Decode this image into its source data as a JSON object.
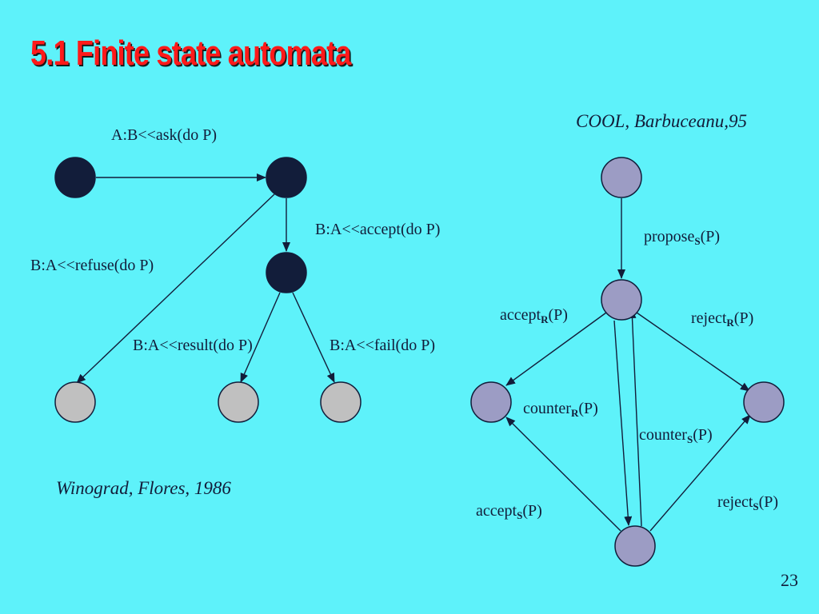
{
  "slide": {
    "title": "5.1 Finite state automata",
    "page_number": "23"
  },
  "winograd": {
    "citation": "Winograd, Flores, 1986",
    "edges": {
      "ask": "A:B<<ask(do P)",
      "accept": "B:A<<accept(do P)",
      "refuse": "B:A<<refuse(do P)",
      "result": "B:A<<result(do P)",
      "fail": "B:A<<fail(do P)"
    }
  },
  "cool": {
    "citation": "COOL, Barbuceanu,95",
    "edges": {
      "propose": {
        "base": "propose",
        "sub": "S",
        "arg": "(P)"
      },
      "accept_r": {
        "base": "accept",
        "sub": "R",
        "arg": "(P)"
      },
      "reject_r": {
        "base": "reject",
        "sub": "R",
        "arg": "(P)"
      },
      "counter_r": {
        "base": "counter",
        "sub": "R",
        "arg": "(P)"
      },
      "counter_s": {
        "base": "counter",
        "sub": "S",
        "arg": "(P)"
      },
      "accept_s": {
        "base": "accept",
        "sub": "S",
        "arg": "(P)"
      },
      "reject_s": {
        "base": "reject",
        "sub": "S",
        "arg": "(P)"
      }
    }
  },
  "colors": {
    "background": "#5ef2fa",
    "dark_state": "#121d3a",
    "grey_state": "#c0c0c0",
    "lavender_state": "#9c9cc4",
    "title": "#ff1a1a"
  }
}
